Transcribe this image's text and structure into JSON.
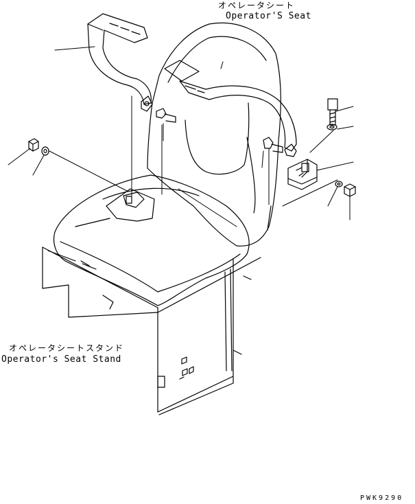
{
  "labels": {
    "seat_jp": "オペレータシート",
    "seat_en": "Operator'S Seat",
    "stand_jp": "オペレータシートスタンド",
    "stand_en": "Operator's Seat Stand",
    "drawing_code": "PWK9290"
  },
  "colors": {
    "line": "#000000",
    "background": "#ffffff"
  }
}
